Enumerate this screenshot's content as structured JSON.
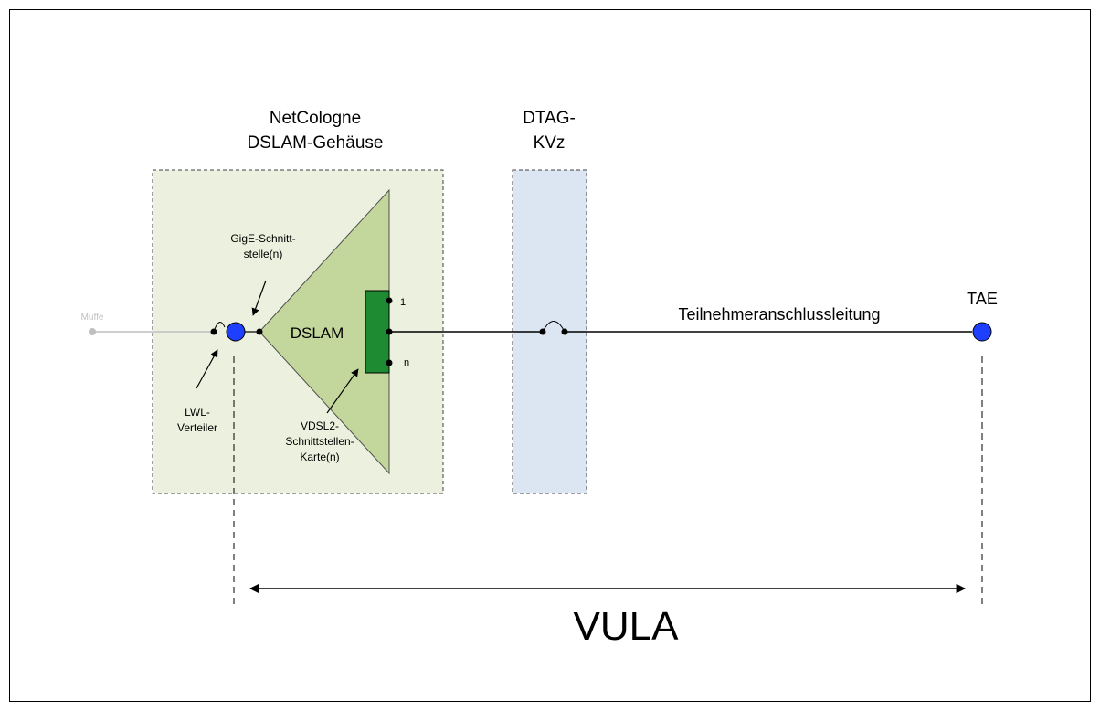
{
  "labels": {
    "netcologne_line1": "NetCologne",
    "netcologne_line2": "DSLAM-Gehäuse",
    "dtag_line1": "DTAG-",
    "dtag_line2": "KVz",
    "muffe": "Muffe",
    "gige_line1": "GigE-Schnitt-",
    "gige_line2": "stelle(n)",
    "dslam": "DSLAM",
    "port_first": "1",
    "port_last": "n",
    "lwl_line1": "LWL-",
    "lwl_line2": "Verteiler",
    "vdsl_line1": "VDSL2-",
    "vdsl_line2": "Schnittstellen-",
    "vdsl_line3": "Karte(n)",
    "tal": "Teilnehmeranschlussleitung",
    "tae": "TAE",
    "vula": "VULA"
  },
  "colors": {
    "dslam_housing_fill": "#ebf1de",
    "dslam_triangle_fill": "#c3d69b",
    "vdsl_card_fill": "#1e8b32",
    "kvz_fill": "#dce6f2",
    "node_fill": "#1f3fff",
    "muffe_gray": "#bfbfbf"
  }
}
